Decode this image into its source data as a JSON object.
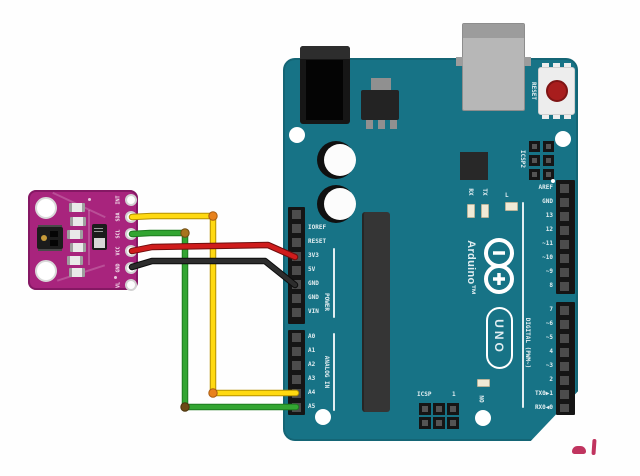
{
  "colors": {
    "arduino_teal": "#177386",
    "sensor_magenta": "#a8247d",
    "wire_yellow": "#ffd911",
    "wire_green": "#33a532",
    "wire_red": "#cf1c1c",
    "wire_black": "#2d2d2d",
    "junction_orange": "#e8821d",
    "silkscreen": "#e2eef1",
    "watermark_red": "#c0345f"
  },
  "sensor": {
    "pins": [
      "INT",
      "SDA",
      "SCL",
      "VCC",
      "GND",
      "VL"
    ]
  },
  "arduino": {
    "brand": "Arduino™",
    "model": "UNO",
    "reset_label": "RESET",
    "icsp2_label": "ICSP2",
    "icsp_label": "ICSP",
    "icsp_pin1": "1",
    "tx_label": "TX",
    "rx_label": "RX",
    "led_l_label": "L",
    "led_on_label": "ON",
    "headers": {
      "power": {
        "group": "POWER",
        "pins": [
          "IOREF",
          "RESET",
          "3V3",
          "5V",
          "GND",
          "GND",
          "VIN"
        ]
      },
      "analog": {
        "group": "ANALOG IN",
        "pins": [
          "A0",
          "A1",
          "A2",
          "A3",
          "A4",
          "A5"
        ]
      },
      "digital_top": {
        "pins": [
          "AREF",
          "GND",
          "13",
          "12",
          "~11",
          "~10",
          "~9",
          "8"
        ]
      },
      "digital_bottom": {
        "group": "DIGITAL (PWM~)",
        "pins": [
          "7",
          "~6",
          "~5",
          "4",
          "~3",
          "2",
          "TX0▶1",
          "RX0◀0"
        ]
      }
    }
  },
  "connections": [
    {
      "wire": "yellow",
      "from": "SDA",
      "to": "A4"
    },
    {
      "wire": "green",
      "from": "SCL",
      "to": "A5"
    },
    {
      "wire": "red",
      "from": "VCC",
      "to": "3V3"
    },
    {
      "wire": "black",
      "from": "GND",
      "to": "GND"
    }
  ]
}
